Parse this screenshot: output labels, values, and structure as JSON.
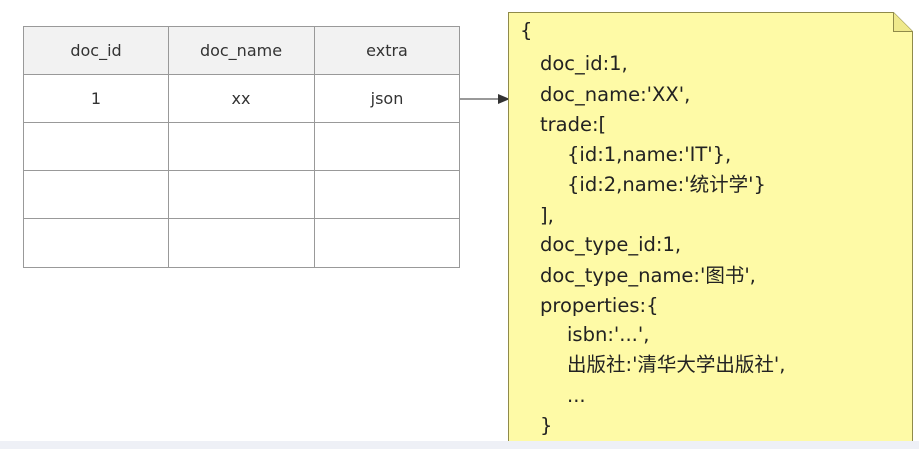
{
  "table": {
    "headers": [
      "doc_id",
      "doc_name",
      "extra"
    ],
    "rows": [
      [
        "1",
        "xx",
        "json"
      ],
      [
        "",
        "",
        ""
      ],
      [
        "",
        "",
        ""
      ],
      [
        "",
        "",
        ""
      ]
    ]
  },
  "note": {
    "lines": [
      "{",
      "doc_id:1,",
      "doc_name:'XX',",
      "trade:[",
      "{id:1,name:'IT'},",
      "{id:2,name:'统计学'}",
      "],",
      "doc_type_id:1,",
      "doc_type_name:'图书',",
      "properties:{",
      "isbn:'...',",
      "出版社:'清华大学出版社',",
      "...",
      "}"
    ]
  },
  "colors": {
    "header_fill": "#f2f2f2",
    "table_border": "#999999",
    "note_fill": "#fefaa6",
    "note_border": "#8f8a4a",
    "connector": "#333333"
  }
}
